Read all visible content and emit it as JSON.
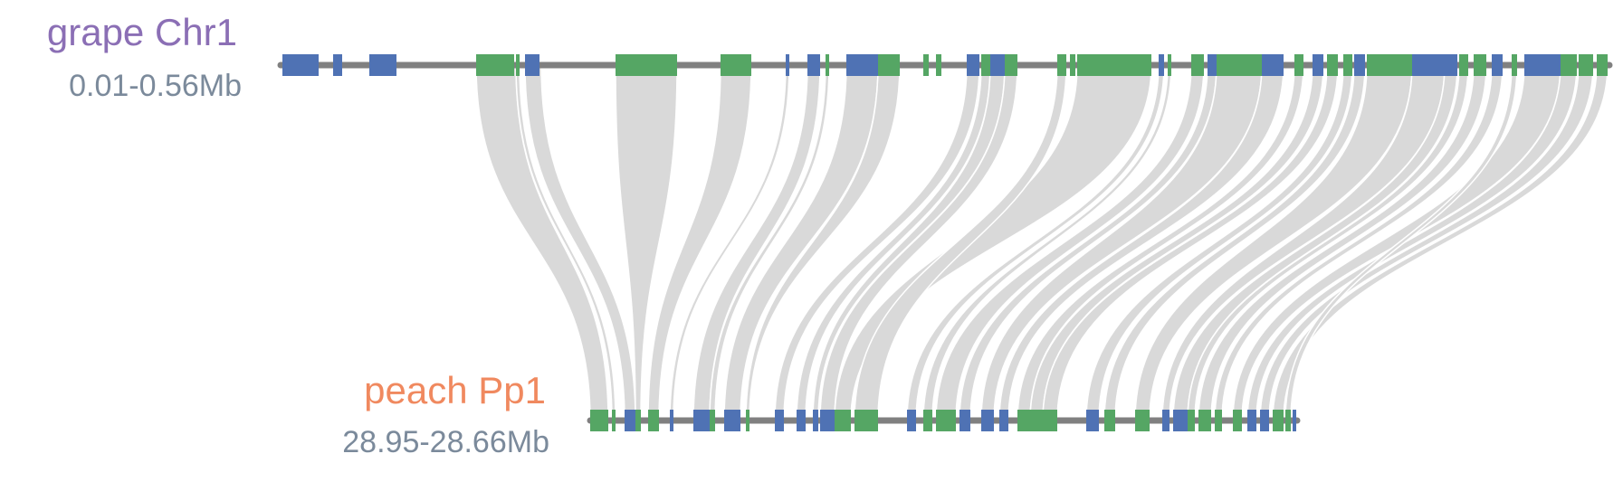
{
  "colors": {
    "track_line": "#808080",
    "gene_forward": "#4f72b4",
    "gene_reverse": "#55a664",
    "link_fill": "#d9d9d9",
    "top_name_color": "#8b6fb5",
    "bottom_name_color": "#f0895f",
    "range_color": "#7b8a9b"
  },
  "tracks": {
    "top": {
      "name": "grape Chr1",
      "range": "0.01-0.56Mb"
    },
    "bottom": {
      "name": "peach Pp1",
      "range": "28.95-28.66Mb"
    }
  }
}
